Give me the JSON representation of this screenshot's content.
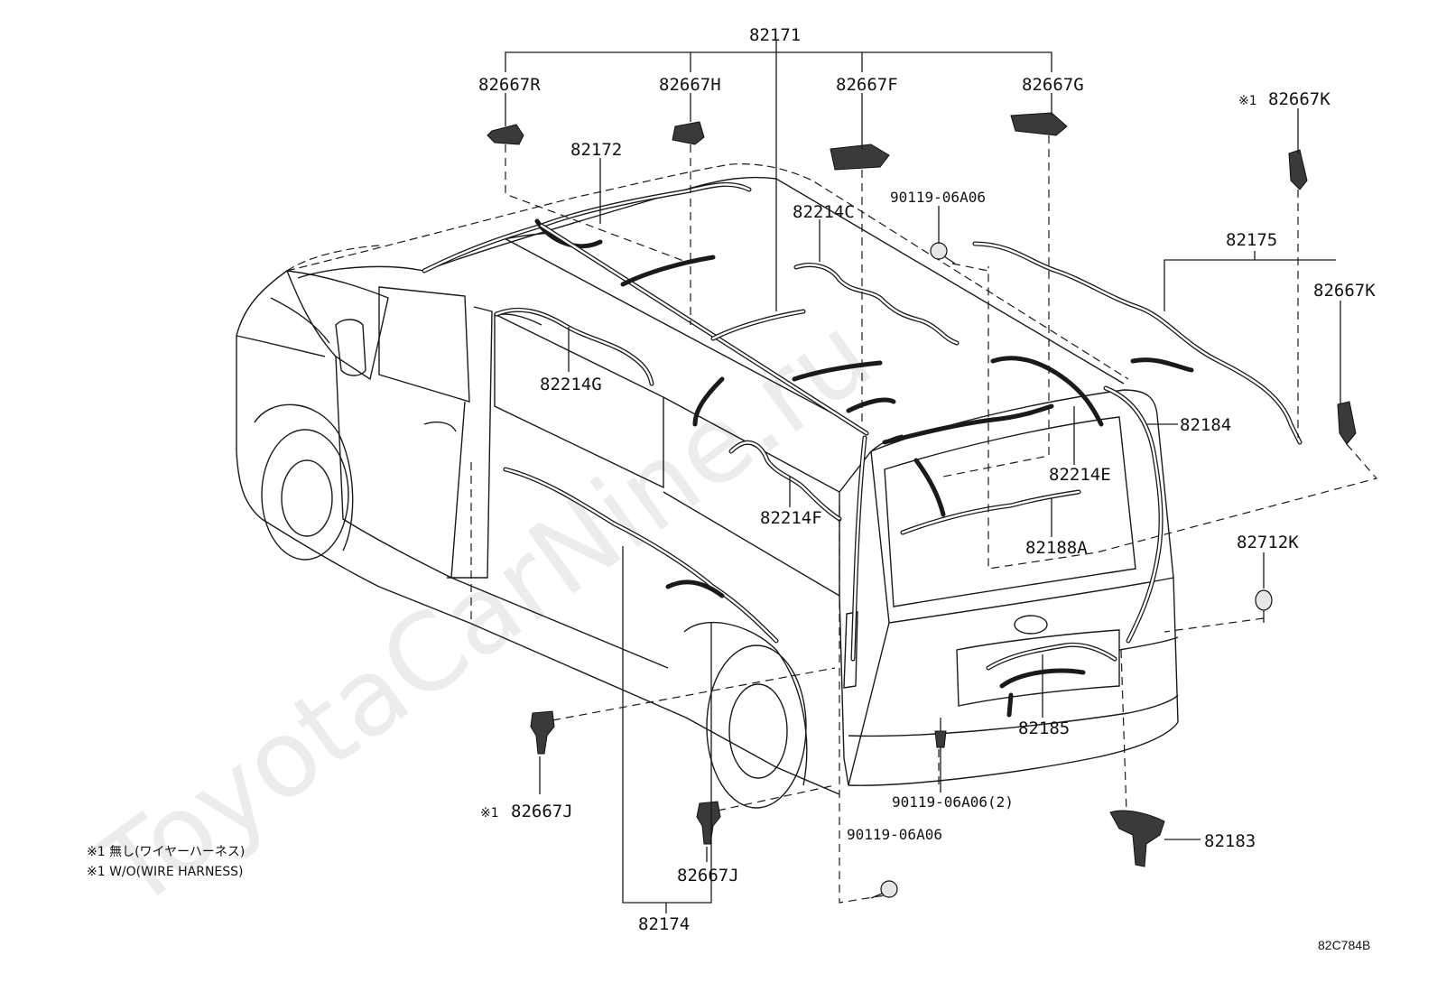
{
  "labels": {
    "l82171": "82171",
    "l82667R": "82667R",
    "l82667H": "82667H",
    "l82667F": "82667F",
    "l82667G": "82667G",
    "l82667K_top": "82667K",
    "l82172": "82172",
    "l90119_top": "90119-06A06",
    "l82214C": "82214C",
    "l82175": "82175",
    "l82667K_mid": "82667K",
    "l82214G": "82214G",
    "l82184": "82184",
    "l82214E": "82214E",
    "l82214F": "82214F",
    "l82188A": "82188A",
    "l82712K": "82712K",
    "l82185": "82185",
    "l90119_2": "90119-06A06(2)",
    "l82183": "82183",
    "l90119_bot": "90119-06A06",
    "l82667J_left": "82667J",
    "l82667J_bot": "82667J",
    "l82174": "82174"
  },
  "markers": {
    "mark_top": "※1",
    "mark_left": "※1"
  },
  "notes": {
    "note1": "※1 無し(ワイヤーハーネス)",
    "note2": "※1 W/O(WIRE HARNESS)"
  },
  "watermark": "ToyotaCarNine.ru",
  "diagram_code": "82C784B",
  "icons": [
    "wire-harness",
    "clip",
    "bolt",
    "grommet",
    "bracket"
  ]
}
